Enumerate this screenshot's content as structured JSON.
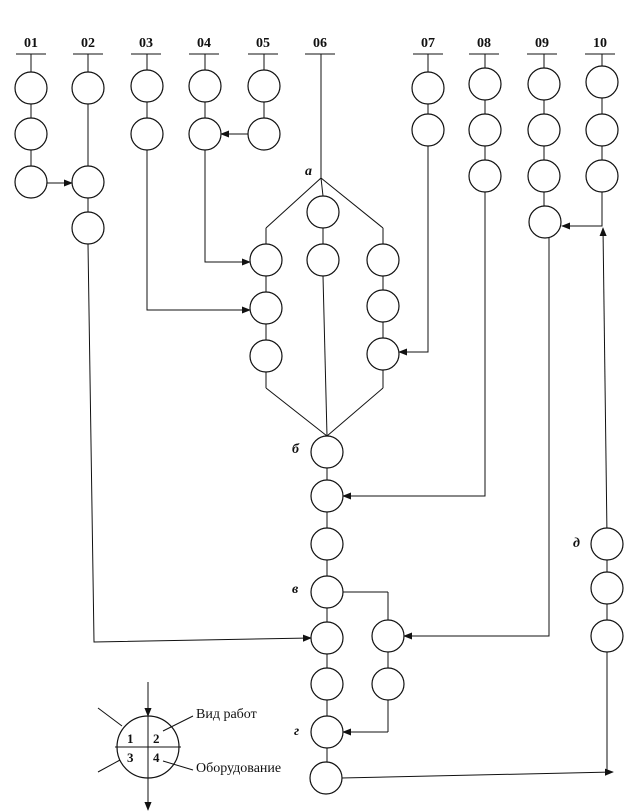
{
  "columns": [
    "01",
    "02",
    "03",
    "04",
    "05",
    "06",
    "07",
    "08",
    "09",
    "10"
  ],
  "tags": {
    "a": "а",
    "b": "б",
    "v": "в",
    "g": "г",
    "d": "д"
  },
  "legend": {
    "q1": "1",
    "q2": "2",
    "q3": "3",
    "q4": "4",
    "work_type": "Вид работ",
    "equipment": "Оборудование"
  },
  "colors": {
    "stroke": "#111111",
    "background": "#ffffff"
  }
}
